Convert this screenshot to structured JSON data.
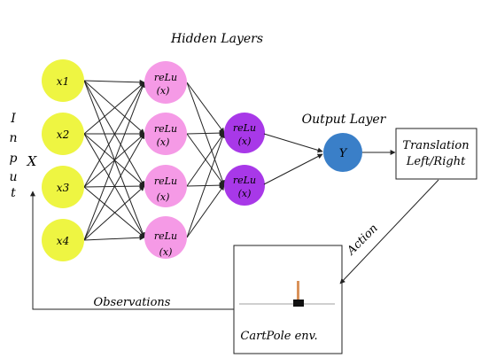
{
  "labels": {
    "hidden_layers": "Hidden Layers",
    "output_layer": "Output Layer",
    "input_chars": [
      "I",
      "n",
      "p",
      "u",
      "t"
    ],
    "input_var": "X",
    "action": "Action",
    "observations": "Observations"
  },
  "input_nodes": [
    "x1",
    "x2",
    "x3",
    "x4"
  ],
  "hidden1_nodes": [
    {
      "line1": "reLu",
      "line2": "(x)"
    },
    {
      "line1": "reLu",
      "line2": "(x)"
    },
    {
      "line1": "reLu",
      "line2": "(x)"
    },
    {
      "line1": "reLu",
      "line2": "(x)"
    }
  ],
  "hidden2_nodes": [
    {
      "line1": "reLu",
      "line2": "(x)"
    },
    {
      "line1": "reLu",
      "line2": "(x)"
    }
  ],
  "output_node": "Y",
  "translation_box": {
    "line1": "Translation",
    "line2": "Left/Right"
  },
  "env_box": {
    "label": "CartPole env."
  },
  "colors": {
    "input": "#eef542",
    "hidden1": "#f59ae6",
    "hidden2": "#a838e8",
    "output": "#3a7fc8",
    "pole": "#d9925a",
    "cart": "#111111",
    "track": "#cfcfcf",
    "line": "#222222"
  }
}
